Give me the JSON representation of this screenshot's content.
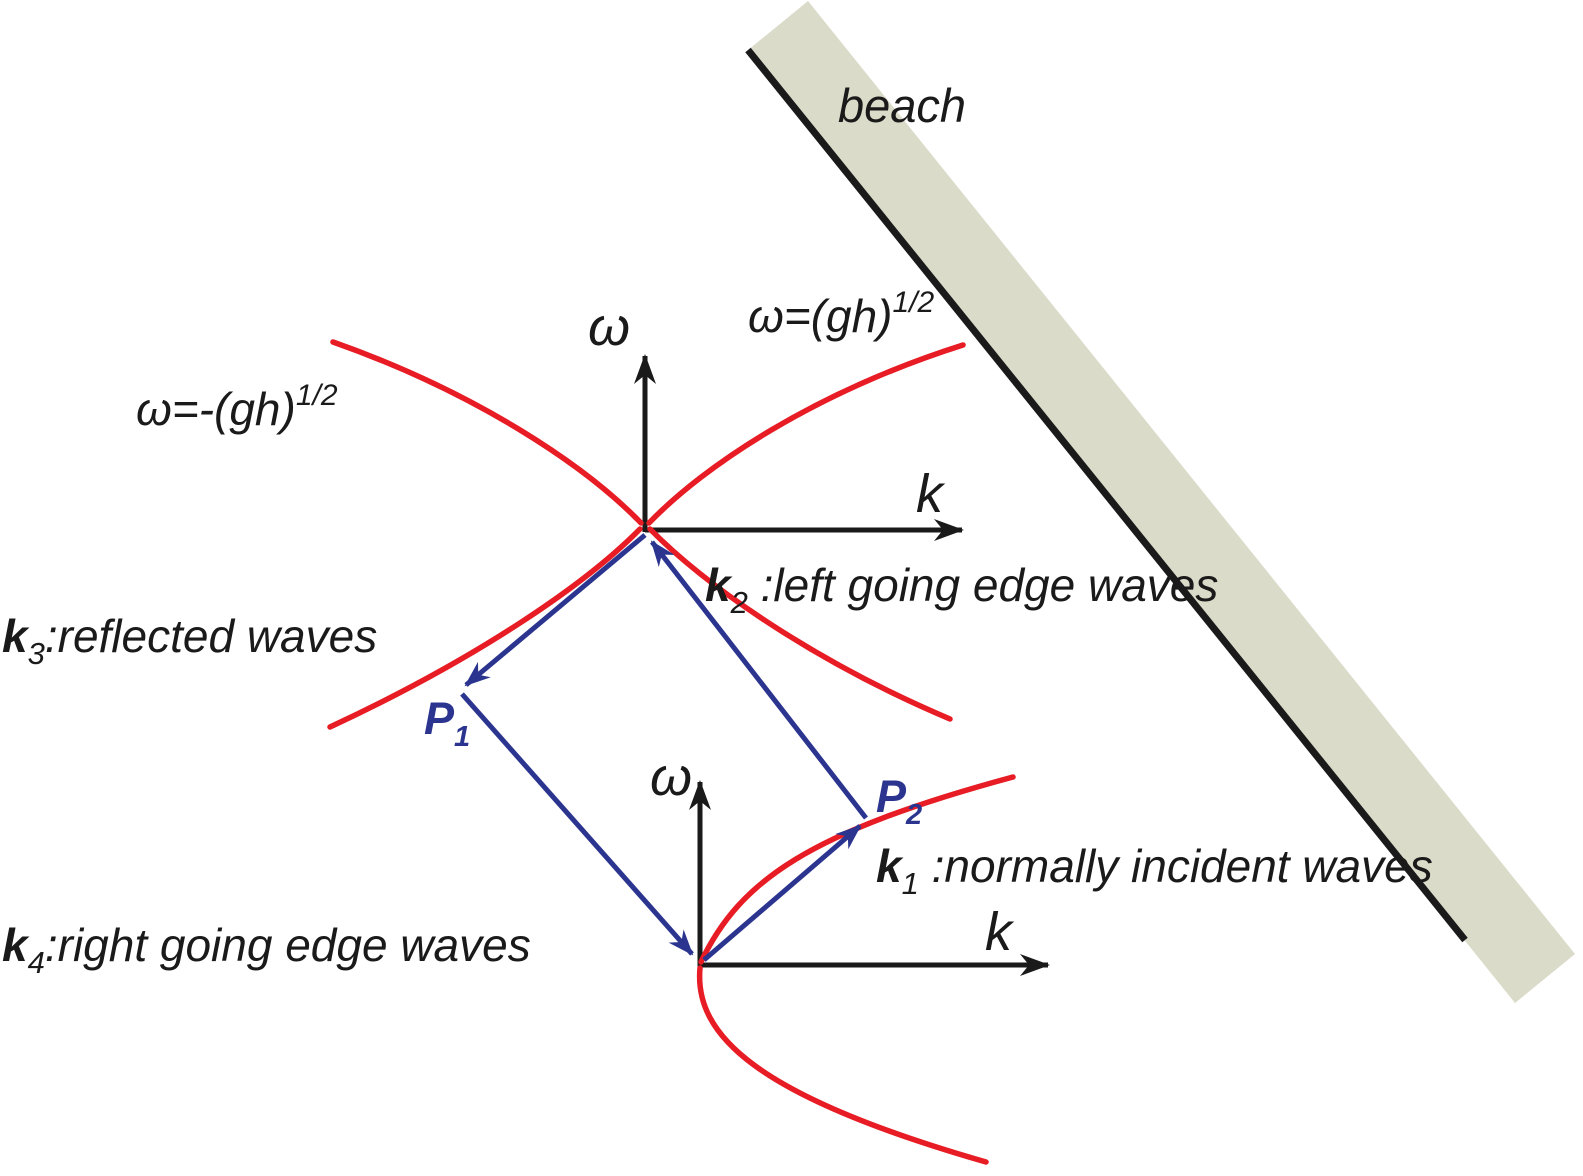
{
  "colors": {
    "ink": "#1a1a1a",
    "curve_red": "#e81c24",
    "vector_blue": "#2b3590",
    "beach_fill": "#dbdbca"
  },
  "beach": {
    "label": "beach"
  },
  "upper_plot": {
    "omega": "ω",
    "k": "k",
    "pos_curve_label": {
      "base": "ω=(gh)",
      "sup": "1/2"
    },
    "neg_curve_label": {
      "base": "ω=-(gh)",
      "sup": "1/2"
    }
  },
  "lower_plot": {
    "omega": "ω",
    "k": "k"
  },
  "vectors": {
    "k1": {
      "symbol": "k",
      "sub": "1",
      "desc": " :normally incident waves"
    },
    "k2": {
      "symbol": "k",
      "sub": "2",
      "desc": " :left going edge waves"
    },
    "k3": {
      "symbol": "k",
      "sub": "3",
      "desc": ":reflected waves"
    },
    "k4": {
      "symbol": "k",
      "sub": "4",
      "desc": ":right going edge waves"
    }
  },
  "points": {
    "p1": {
      "symbol": "P",
      "sub": "1"
    },
    "p2": {
      "symbol": "P",
      "sub": "2"
    }
  }
}
